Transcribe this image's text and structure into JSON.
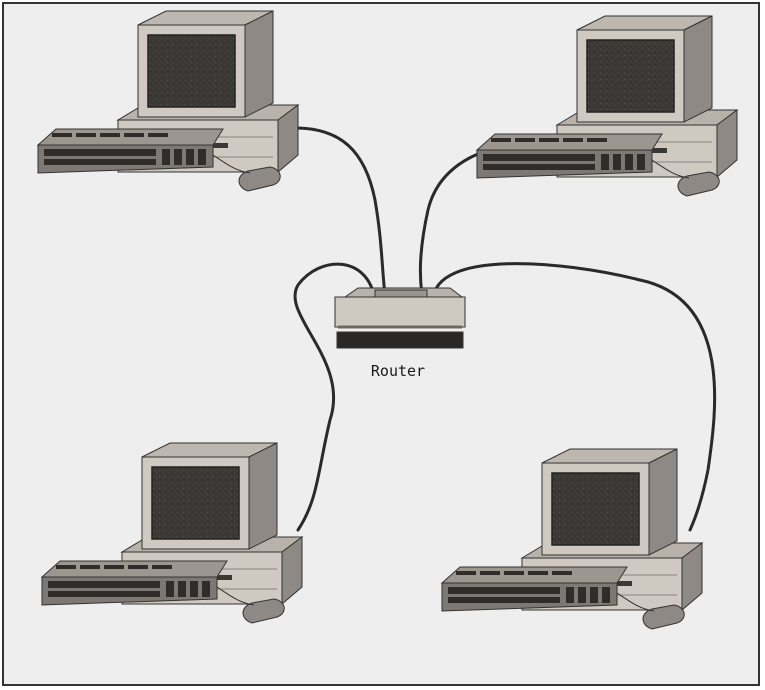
{
  "diagram": {
    "router": {
      "label": "Router"
    },
    "computers": [
      {
        "id": "top-left"
      },
      {
        "id": "top-right"
      },
      {
        "id": "bottom-left"
      },
      {
        "id": "bottom-right"
      }
    ]
  },
  "colors": {
    "background": "#eeeeee",
    "frame": "#333333",
    "case_light": "#cfc9c2",
    "case_mid": "#a9a39c",
    "case_dark": "#7d7873",
    "screen": "#3b3836",
    "cable": "#2a2a2a"
  }
}
